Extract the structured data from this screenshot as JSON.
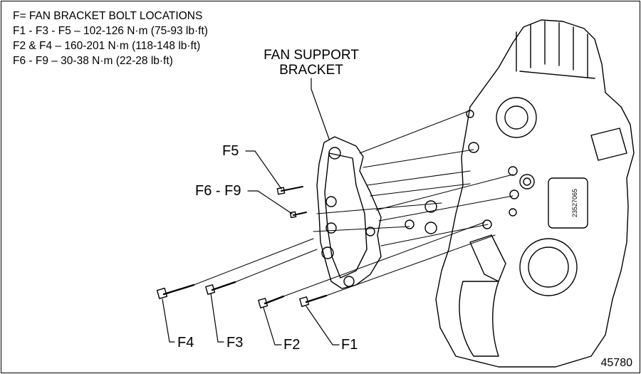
{
  "heading": "F= FAN BRACKET BOLT LOCATIONS",
  "specs": [
    "F1 - F3 - F5 – 102-126 N·m (75-93 lb·ft)",
    "F2 & F4 – 160-201 N·m (118-148 lb·ft)",
    "F6 - F9 – 30-38 N·m (22-28 lb·ft)"
  ],
  "part_label": {
    "line1": "FAN SUPPORT",
    "line2": "BRACKET"
  },
  "callouts": {
    "f5": "F5",
    "f6_f9": "F6 - F9",
    "f4": "F4",
    "f3": "F3",
    "f2": "F2",
    "f1": "F1"
  },
  "engine_tag": "23527065",
  "figure_number": "45780",
  "colors": {
    "line": "#000000",
    "background": "#ffffff"
  }
}
